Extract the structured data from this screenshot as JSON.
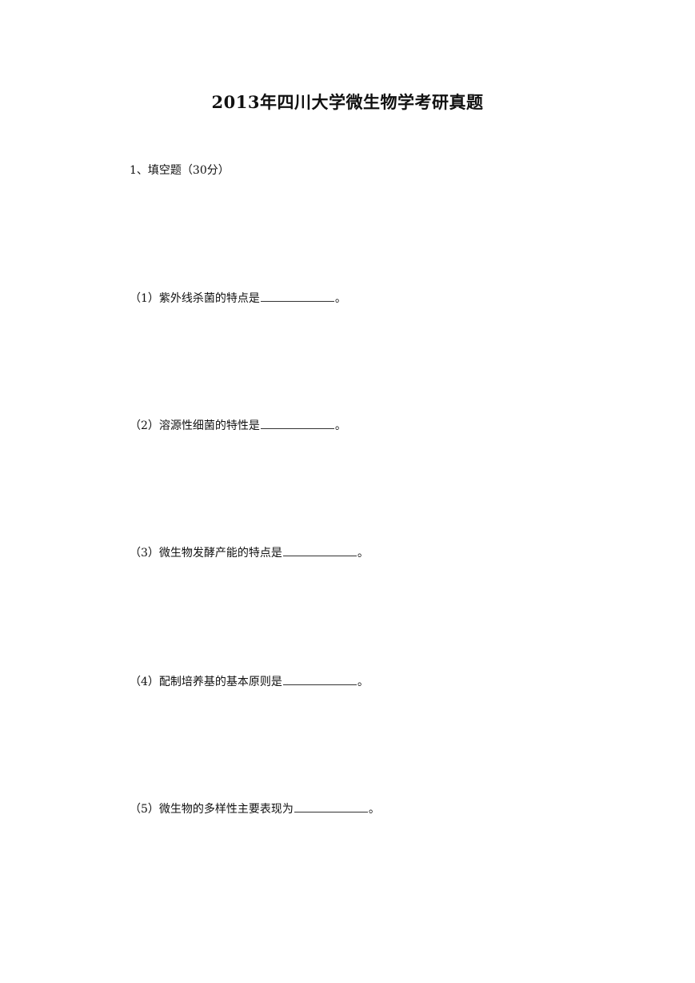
{
  "title": "2013年四川大学微生物学考研真题",
  "section": {
    "heading": "1、填空题（30分）"
  },
  "questions": [
    {
      "number": "（1）",
      "text": "紫外线杀菌的特点是",
      "end": "。"
    },
    {
      "number": "（2）",
      "text": "溶源性细菌的特性是",
      "end": "。"
    },
    {
      "number": "（3）",
      "text": "微生物发酵产能的特点是",
      "end": "。"
    },
    {
      "number": "（4）",
      "text": "配制培养基的基本原则是",
      "end": "。"
    },
    {
      "number": "（5）",
      "text": "微生物的多样性主要表现为",
      "end": "。"
    }
  ]
}
